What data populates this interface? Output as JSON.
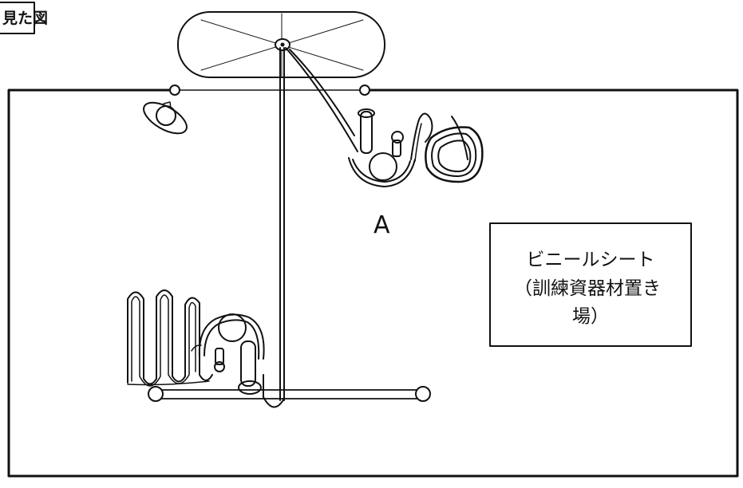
{
  "title_label": "見た図",
  "position_label": "A",
  "sheet_label": {
    "line1": "ビニールシート",
    "line2": "（訓練資器材置き",
    "line3": "場）"
  },
  "colors": {
    "ink": "#111111",
    "background": "#ffffff"
  }
}
